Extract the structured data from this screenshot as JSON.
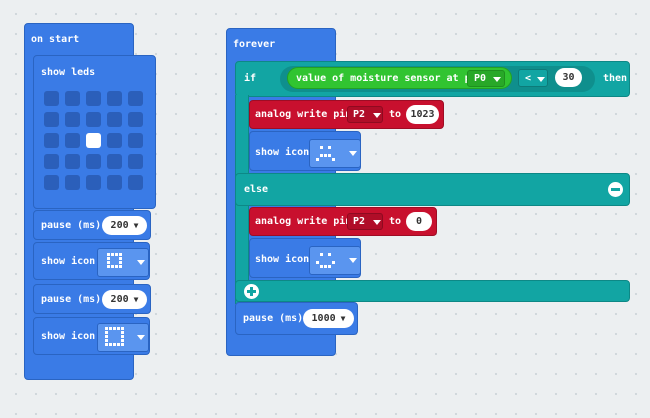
{
  "on_start": {
    "hat_label": "on start",
    "show_leds_label": "show leds",
    "led_grid": [
      [
        0,
        0,
        0,
        0,
        0
      ],
      [
        0,
        0,
        0,
        0,
        0
      ],
      [
        0,
        0,
        1,
        0,
        0
      ],
      [
        0,
        0,
        0,
        0,
        0
      ],
      [
        0,
        0,
        0,
        0,
        0
      ]
    ],
    "pause1": {
      "label": "pause (ms)",
      "value": "200"
    },
    "show_icon1": {
      "label": "show icon",
      "icon": "small-square-icon"
    },
    "pause2": {
      "label": "pause (ms)",
      "value": "200"
    },
    "show_icon2": {
      "label": "show icon",
      "icon": "square-outline-icon"
    }
  },
  "forever": {
    "hat_label": "forever",
    "if_label": "if",
    "condition": {
      "sensor_label": "value of moisture sensor at pin",
      "sensor_pin": "P0",
      "operator": "<",
      "compare_value": "30"
    },
    "then_label": "then",
    "then_block": {
      "analog_label": "analog write pin",
      "pin": "P2",
      "to_label": "to",
      "value": "1023",
      "show_icon_label": "show icon",
      "icon": "sad-face-icon"
    },
    "else_label": "else",
    "else_block": {
      "analog_label": "analog write pin",
      "pin": "P2",
      "to_label": "to",
      "value": "0",
      "show_icon_label": "show icon",
      "icon": "happy-face-icon"
    },
    "pause": {
      "label": "pause (ms)",
      "value": "1000"
    }
  },
  "colors": {
    "basic_blue": "#3a7be6",
    "logic_teal": "#12a5a3",
    "pins_red": "#c8102e",
    "sensor_green": "#31c431",
    "workspace": "#eceff1"
  }
}
